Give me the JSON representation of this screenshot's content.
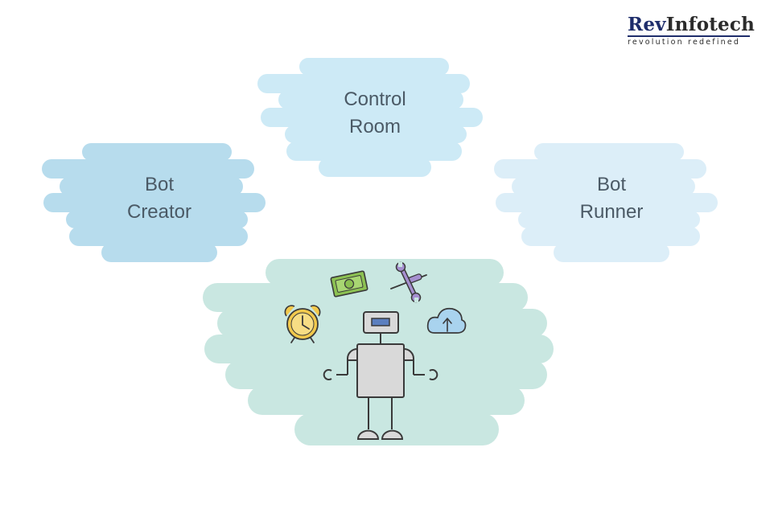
{
  "brand": {
    "name_part1": "Rev",
    "name_part2": "Infotech",
    "tagline": "revolution redefined"
  },
  "clouds": {
    "control_room": {
      "line1": "Control",
      "line2": "Room",
      "color": "#cdeaf6"
    },
    "bot_creator": {
      "line1": "Bot",
      "line2": "Creator",
      "color": "#b7dced"
    },
    "bot_runner": {
      "line1": "Bot",
      "line2": "Runner",
      "color": "#dceef8"
    },
    "robot_area": {
      "color": "#c9e7e1"
    }
  },
  "icons": [
    "money-icon",
    "wrench-screwdriver-icon",
    "alarm-clock-icon",
    "cloud-upload-icon",
    "robot-icon"
  ],
  "colors": {
    "robot_body": "#d9d9d9",
    "robot_outline": "#3a3a3a",
    "robot_eye": "#5b7fbf",
    "money": "#8cc152",
    "tool": "#a58fcf",
    "clock": "#f2c94c",
    "cloud_icon": "#a9d3ee"
  }
}
